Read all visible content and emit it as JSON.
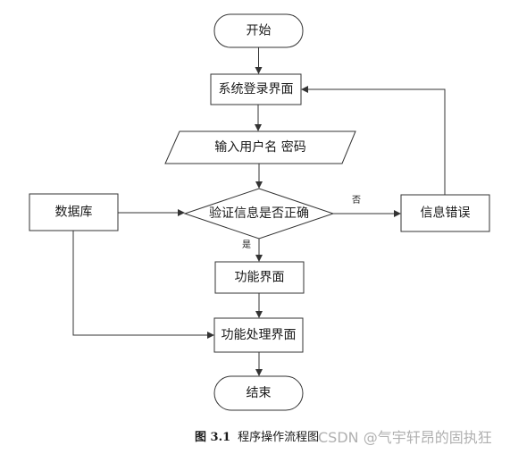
{
  "nodes": {
    "start": "开始",
    "login": "系统登录界面",
    "input": "输入用户名 密码",
    "database": "数据库",
    "verify": "验证信息是否正确",
    "error": "信息错误",
    "function_ui": "功能界面",
    "processing_ui": "功能处理界面",
    "end": "结束"
  },
  "edges": {
    "no": "否",
    "yes": "是"
  },
  "caption": {
    "number": "图 3.1",
    "title": "程序操作流程图"
  },
  "watermark": "CSDN @气宇轩昂的固执狂"
}
